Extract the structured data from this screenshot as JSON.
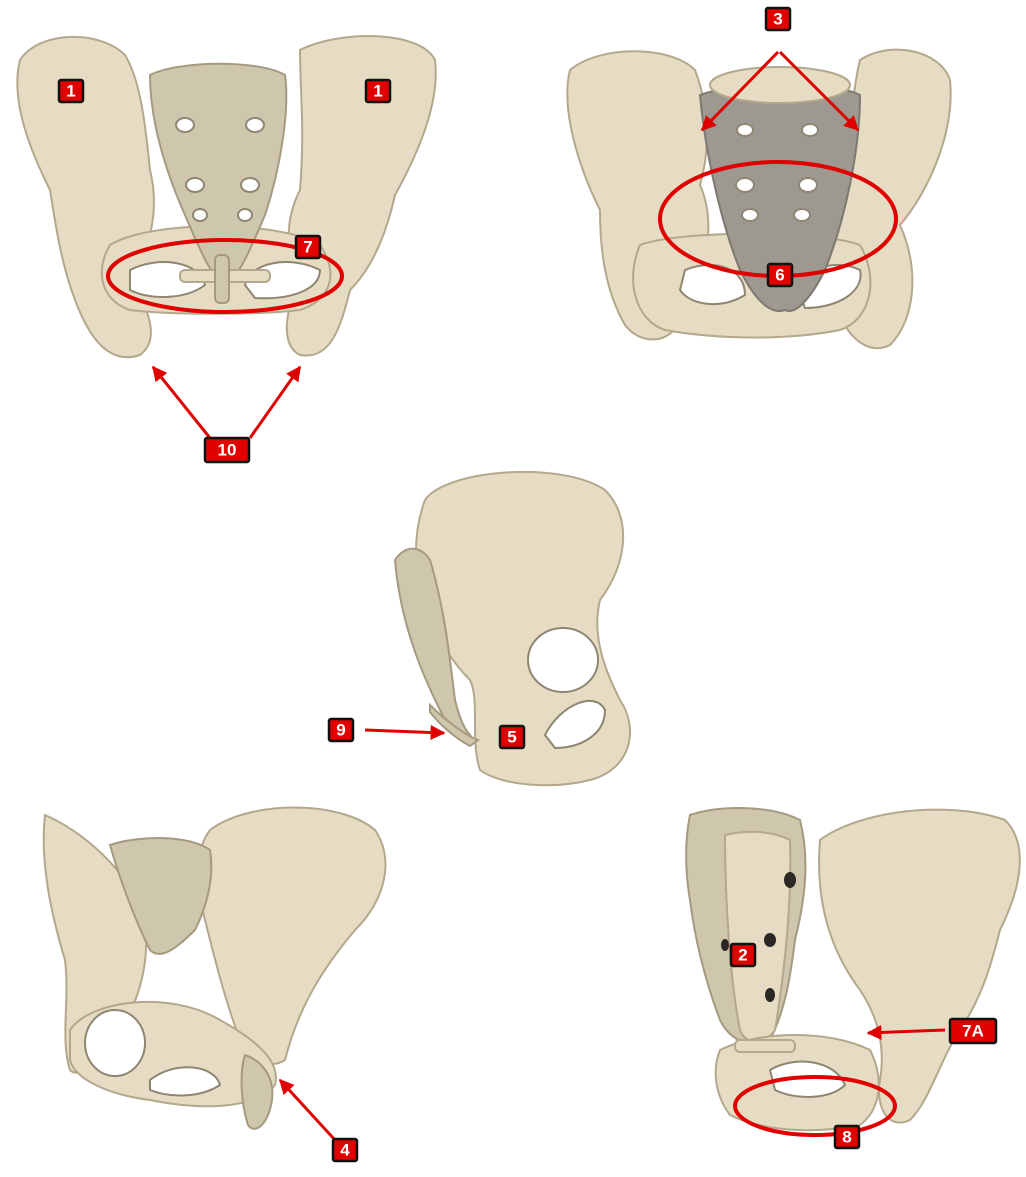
{
  "colors": {
    "annotation": "#e00000",
    "bone": "#e6dcc4",
    "bone_shadow": "#b3a88c",
    "sacrum_gray": "#9d9990",
    "background": "#ffffff"
  },
  "labels": {
    "l1_left": "1",
    "l1_right": "1",
    "l2": "2",
    "l3": "3",
    "l4": "4",
    "l5": "5",
    "l6": "6",
    "l7": "7",
    "l7a": "7A",
    "l8": "8",
    "l9": "9",
    "l10": "10"
  }
}
